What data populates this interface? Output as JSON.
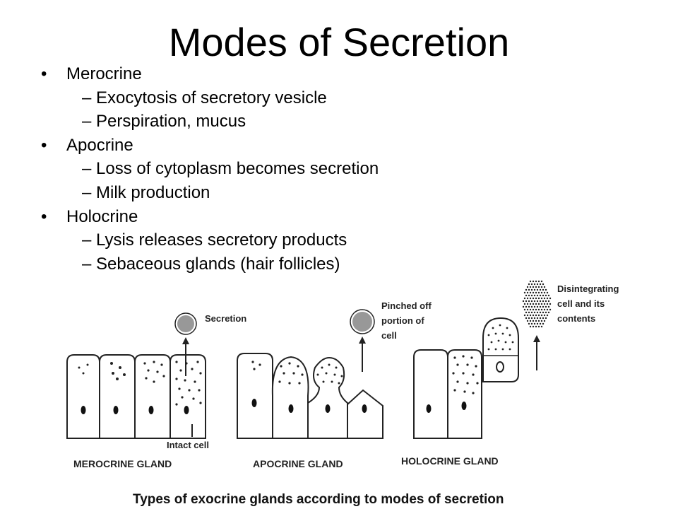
{
  "slide": {
    "title": "Modes of Secretion",
    "bullets": [
      {
        "text": "Merocrine",
        "sub": [
          "Exocytosis of secretory vesicle",
          "Perspiration, mucus"
        ]
      },
      {
        "text": "Apocrine",
        "sub": [
          "Loss of cytoplasm becomes secretion",
          "Milk production"
        ]
      },
      {
        "text": "Holocrine",
        "sub": [
          "Lysis releases secretory products",
          "Sebaceous glands (hair follicles)"
        ]
      }
    ]
  },
  "figure": {
    "merocrine": {
      "secretion_label": "Secretion",
      "intact_label": "Intact cell",
      "gland_label": "MEROCRINE GLAND"
    },
    "apocrine": {
      "pinched_label": [
        "Pinched off",
        "portion of",
        "cell"
      ],
      "gland_label": "APOCRINE GLAND"
    },
    "holocrine": {
      "disintegrating_label": [
        "Disintegrating",
        "cell and its",
        "contents"
      ],
      "gland_label": "HOLOCRINE GLAND"
    },
    "caption": "Types of exocrine glands according  to modes of secretion"
  }
}
